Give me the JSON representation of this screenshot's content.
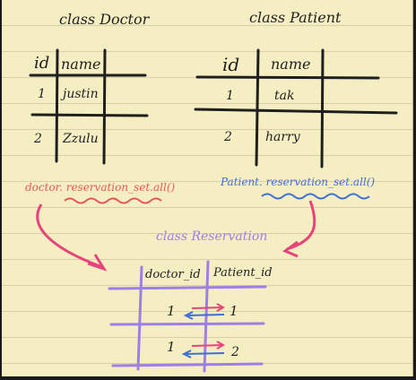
{
  "doctor_table": {
    "title": "class Doctor",
    "headers": [
      "id",
      "name"
    ],
    "rows": [
      [
        "1",
        "justin"
      ],
      [
        "2",
        "Zzulu"
      ]
    ]
  },
  "patient_table": {
    "title": "class Patient",
    "headers": [
      "id",
      "name"
    ],
    "rows": [
      [
        "1",
        "tak"
      ],
      [
        "2",
        "harry"
      ]
    ]
  },
  "queries": {
    "doctor": "doctor. reservation_set.all()",
    "patient": "Patient. reservation_set.all()"
  },
  "reservation_table": {
    "title": "class Reservation",
    "headers": [
      "doctor_id",
      "Patient_id"
    ],
    "rows": [
      [
        "1",
        "1"
      ],
      [
        "1",
        "2"
      ]
    ]
  },
  "colors": {
    "paper": "#f6eec3",
    "ink": "#1f1f1f",
    "doctor_red": "#e85757",
    "patient_blue": "#3f6fd6",
    "reservation_violet": "#9d7fe8",
    "arrow_pink": "#e8447c"
  }
}
